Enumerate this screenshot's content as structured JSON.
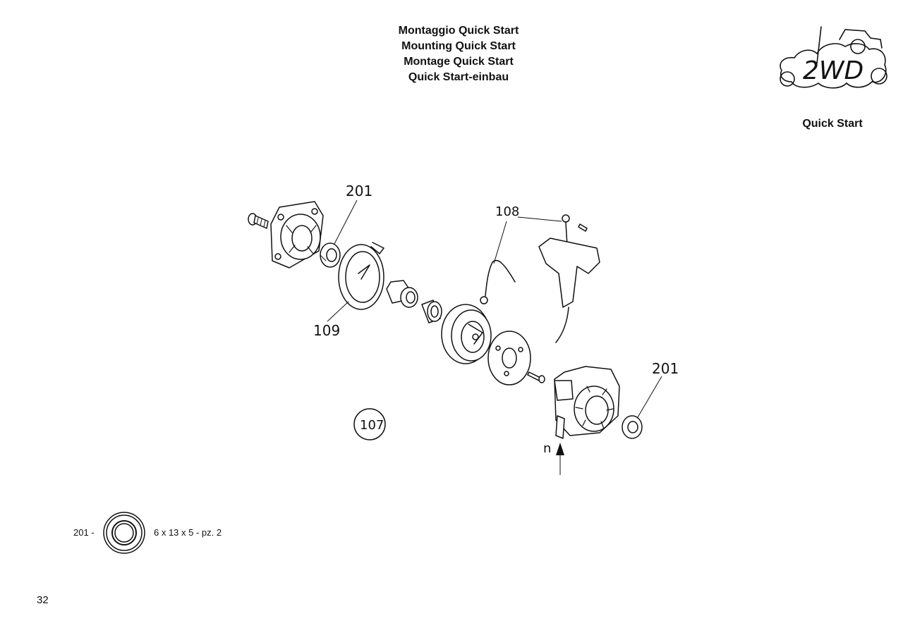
{
  "header": {
    "title_it": "Montaggio Quick Start",
    "title_en": "Mounting Quick Start",
    "title_fr": "Montage Quick Start",
    "title_de": "Quick Start-einbau"
  },
  "logo": {
    "text": "2WD",
    "caption": "Quick Start"
  },
  "callouts": {
    "bearing_top": "201",
    "bearing_right": "201",
    "spring": "109",
    "cable": "108",
    "assembly": "107",
    "direction": "n"
  },
  "legend": {
    "code": "201 -",
    "spec": "6 x 13 x 5 - pz. 2"
  },
  "page_number": "32",
  "colors": {
    "ink": "#111111",
    "background": "#ffffff"
  }
}
